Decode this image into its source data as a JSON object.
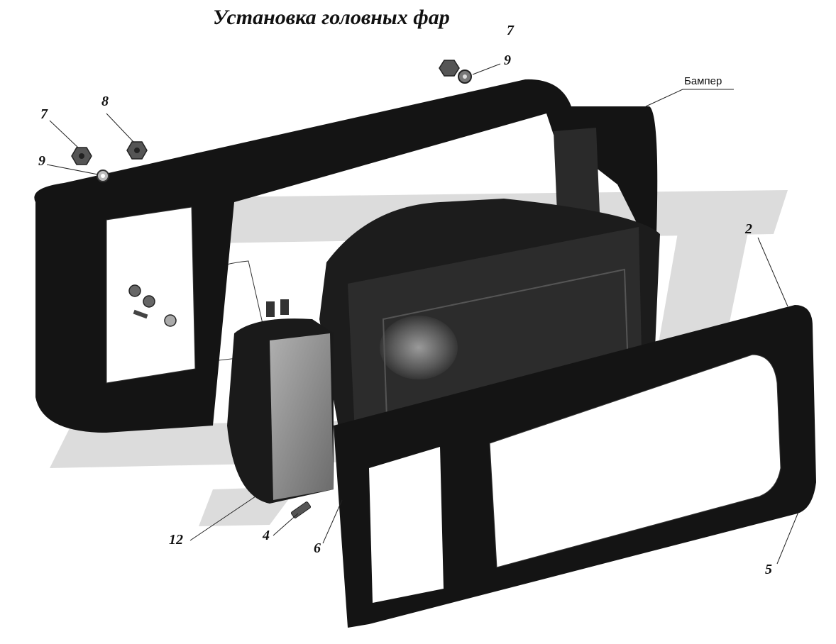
{
  "title": "Установка головных фар",
  "callouts": {
    "c7_left": "7",
    "c8": "8",
    "c9_left": "9",
    "c7_top": "7",
    "c9_top": "9",
    "bumper": "Бампер",
    "c2": "2",
    "c5": "5",
    "c12": "12",
    "c4": "4",
    "c6": "6"
  },
  "colors": {
    "part_dark": "#141414",
    "part_mid": "#3a3a3a",
    "part_light": "#8a8a8a",
    "watermark": "#dcdcdc",
    "leader": "#222222"
  }
}
